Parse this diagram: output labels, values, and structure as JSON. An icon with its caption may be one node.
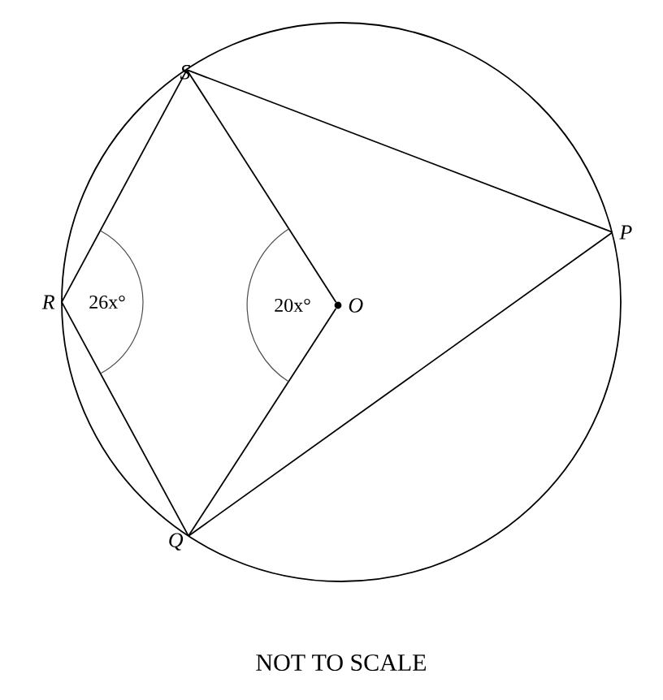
{
  "diagram": {
    "caption": "NOT TO SCALE",
    "nodes": [
      {
        "text": [
          "S"
        ]
      },
      {
        "text": [
          "P"
        ]
      },
      {
        "text": [
          "R"
        ]
      },
      {
        "text": [
          "O"
        ]
      },
      {
        "text": [
          "Q"
        ]
      }
    ],
    "edges": [
      {
        "from": 0,
        "to": 2,
        "arrow": "none"
      },
      {
        "from": 2,
        "to": 4,
        "arrow": "none"
      },
      {
        "from": 0,
        "to": 3,
        "arrow": "none"
      },
      {
        "from": 3,
        "to": 4,
        "arrow": "none"
      },
      {
        "from": 0,
        "to": 1,
        "arrow": "none"
      },
      {
        "from": 1,
        "to": 4,
        "arrow": "none"
      }
    ],
    "labels": [
      "26x°",
      "20x°"
    ]
  }
}
